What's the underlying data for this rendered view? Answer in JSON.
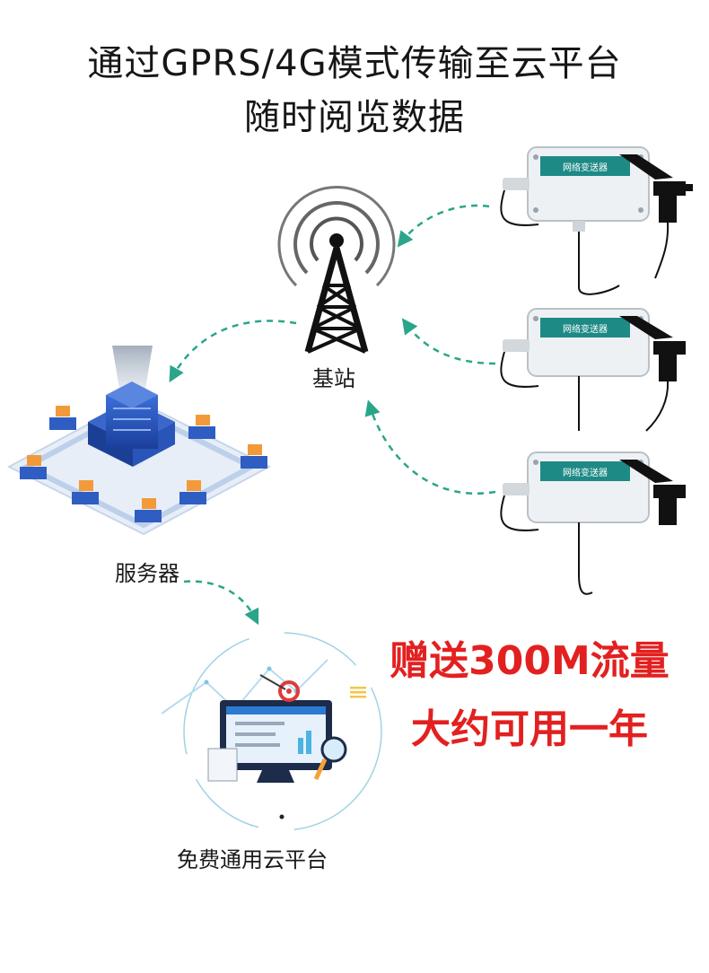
{
  "header": {
    "line1": "通过GPRS/4G模式传输至云平台",
    "line2": "随时阅览数据"
  },
  "nodes": {
    "base_station": "基站",
    "server": "服务器",
    "cloud": "免费通用云平台",
    "transmitter_label": "网络变送器"
  },
  "promo": {
    "line1": "赠送300M流量",
    "line2": "大约可用一年"
  },
  "colors": {
    "arrow": "#2aa58a",
    "promo_text": "#e32020",
    "device_band": "#1e8a86"
  }
}
